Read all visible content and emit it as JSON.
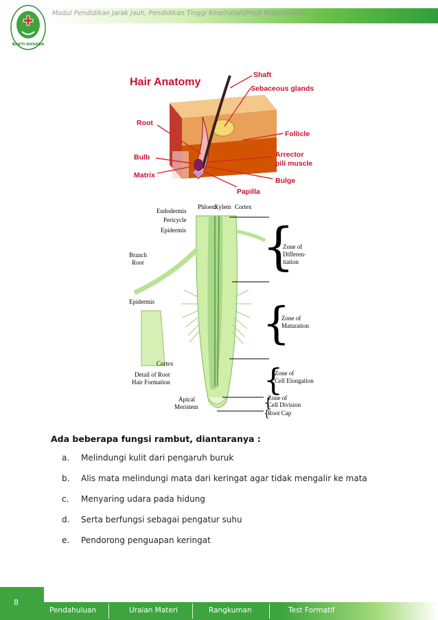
{
  "header": {
    "title": "Modul Pendidikan Jarak Jauh, Pendidikan Tinggi Kesehatan|Prodi Keperawatan",
    "logo_text": "BAKTI HUSADA"
  },
  "figure1": {
    "title": "Hair Anatomy",
    "labels": {
      "shaft": "Shaft",
      "sebaceous": "Sebaceous glands",
      "root": "Root",
      "follicle": "Follicle",
      "bulb": "Bulb",
      "arrector1": "Arrector",
      "arrector2": "pili muscle",
      "matrix": "Matrix",
      "bulge": "Bulge",
      "papilla": "Papilla"
    }
  },
  "figure2": {
    "labels": {
      "endodermis": "Endodermis",
      "phloem": "Phloem",
      "xylem": "Xylem",
      "cortex_top": "Cortex",
      "pericycle": "Pericycle",
      "epidermis_top": "Epidermis",
      "branch1": "Branch",
      "branch2": "Root",
      "epidermis_detail": "Epidermis",
      "cortex_detail": "Cortex",
      "detail1": "Detail of Root",
      "detail2": "Hair Formation",
      "apical1": "Apical",
      "apical2": "Meristem",
      "zd1": "Zone of",
      "zd2": "Differen-",
      "zd3": "tiation",
      "zm1": "Zone of",
      "zm2": "Maturation",
      "ze1": "Zone of",
      "ze2": "Cell Elongation",
      "zc1": "Zone of",
      "zc2": "Cell Division",
      "rootcap": "Root Cap"
    }
  },
  "content": {
    "intro": "Ada beberapa fungsi rambut, diantaranya :",
    "items": [
      {
        "letter": "a.",
        "text": "Melindungi kulit dari pengaruh buruk"
      },
      {
        "letter": "b.",
        "text": "Alis mata melindungi mata dari keringat agar tidak mengalir ke mata"
      },
      {
        "letter": "c.",
        "text": "Menyaring udara pada hidung"
      },
      {
        "letter": "d.",
        "text": "Serta berfungsi sebagai pengatur suhu"
      },
      {
        "letter": "e.",
        "text": "Pendorong penguapan keringat"
      }
    ]
  },
  "footer": {
    "page_number": "8",
    "nav": [
      "Pendahuluan",
      "Uraian Materi",
      "Rangkuman",
      "Test Formatif"
    ]
  },
  "colors": {
    "green": "#3da43e",
    "header_green": "#2f9e3a",
    "hair_title": "#c8102e"
  }
}
